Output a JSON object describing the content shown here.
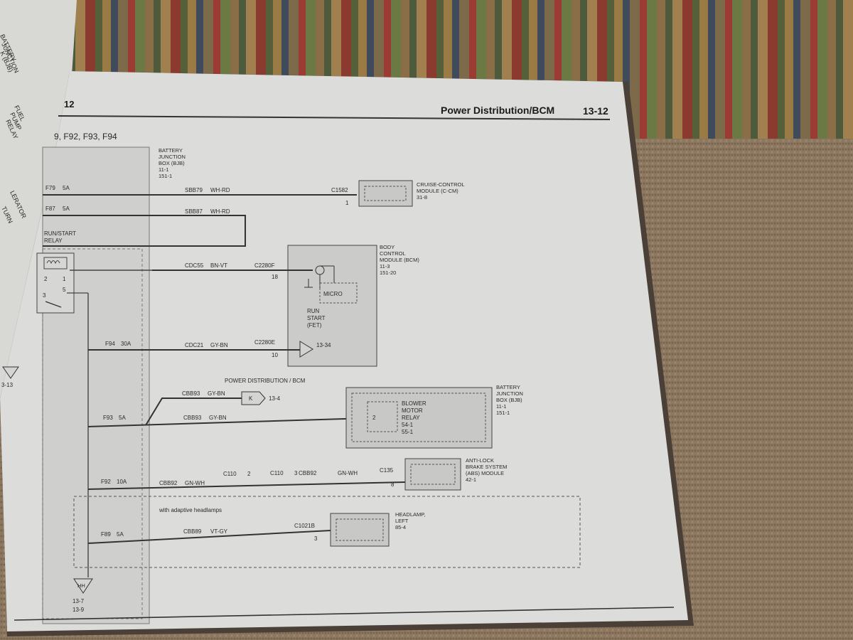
{
  "header": {
    "page_left": "12",
    "title": "Power Distribution/BCM",
    "page_right": "13-12",
    "section": "9, F92, F93, F94"
  },
  "left_page": {
    "lines": [
      "BATTERY",
      "JUNCTION",
      "K (BJB)",
      "FUEL",
      "PUMP",
      "RELAY",
      "LERATOR",
      "TURN"
    ],
    "ref": "3-13"
  },
  "bjb": {
    "title": [
      "BATTERY",
      "JUNCTION",
      "BOX (BJB)",
      "11-1",
      "151-1"
    ]
  },
  "relay": {
    "label": [
      "RUN/START",
      "RELAY"
    ],
    "pins": [
      "2",
      "1",
      "3",
      "5"
    ]
  },
  "fuses": [
    {
      "name": "F79",
      "rating": "5A"
    },
    {
      "name": "F87",
      "rating": "5A"
    },
    {
      "name": "F94",
      "rating": "30A"
    },
    {
      "name": "F93",
      "rating": "5A"
    },
    {
      "name": "F92",
      "rating": "10A"
    },
    {
      "name": "F89",
      "rating": "5A"
    }
  ],
  "circuits": [
    {
      "code": "SBB79",
      "color": "WH-RD"
    },
    {
      "code": "SBB87",
      "color": "WH-RD"
    },
    {
      "code": "CDC55",
      "color": "BN-VT"
    },
    {
      "code": "CDC21",
      "color": "GY-BN"
    },
    {
      "code": "CBB93",
      "color": "GY-BN"
    },
    {
      "code": "CBB93",
      "color": "GY-BN"
    },
    {
      "code": "CBB92",
      "color": "GN-WH"
    },
    {
      "code": "CBB92",
      "color": "GN-WH"
    },
    {
      "code": "CBB89",
      "color": "VT-GY"
    }
  ],
  "connectors": {
    "c1582": "C1582",
    "c1582_pin": "1",
    "c2280f": "C2280F",
    "c2280f_pin": "18",
    "c2280e": "C2280E",
    "c2280e_pin": "10",
    "c110_a": "C110",
    "c110_a_pin": "2",
    "c110_b": "C110",
    "c110_b_pin": "3",
    "c135": "C135",
    "c135_pin": "8",
    "c1021b": "C1021B",
    "c1021b_pin": "3",
    "blower_pin": "2"
  },
  "components": {
    "ccm": [
      "CRUISE-CONTROL",
      "MODULE (C-CM)",
      "31-8"
    ],
    "bcm": [
      "BODY",
      "CONTROL",
      "MODULE (BCM)",
      "11-3",
      "151-20"
    ],
    "micro": "MICRO",
    "fet": [
      "RUN",
      "START",
      "(FET)"
    ],
    "fet_ref": "13-34",
    "pd_bcm": "POWER DISTRIBUTION / BCM",
    "k_tag": "K",
    "k_ref": "13-4",
    "bjb2": [
      "BATTERY",
      "JUNCTION",
      "BOX (BJB)",
      "11-1",
      "151-1"
    ],
    "blower": [
      "BLOWER",
      "MOTOR",
      "RELAY",
      "54-1",
      "55-1"
    ],
    "abs": [
      "ANTI-LOCK",
      "BRAKE SYSTEM",
      "(ABS) MODULE",
      "42-1"
    ],
    "adaptive": "with adaptive headlamps",
    "headlamp": [
      "HEADLAMP,",
      "LEFT",
      "85-4"
    ],
    "hh_tag": "HH",
    "hh_refs": [
      "13-7",
      "13-9"
    ]
  }
}
